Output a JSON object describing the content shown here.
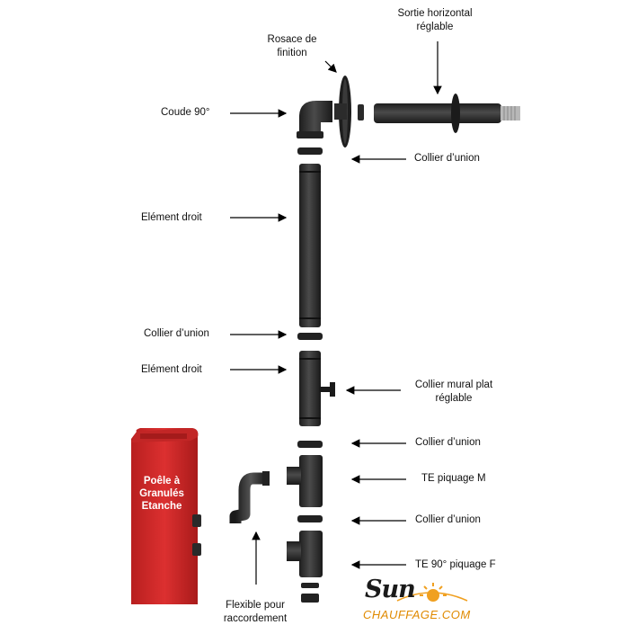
{
  "labels": {
    "sortie": [
      "Sortie horizontal",
      "réglable"
    ],
    "rosace": [
      "Rosace de",
      "finition"
    ],
    "coude": "Coude 90°",
    "collier_top": "Collier d’union",
    "element1": "Elément droit",
    "collier_left": "Collier d’union",
    "element2": "Elément droit",
    "collier_mural": [
      "Collier mural plat",
      "réglable"
    ],
    "collier_mid": "Collier d’union",
    "te_m": "TE piquage M",
    "collier_low": "Collier d’union",
    "te_f": "TE 90° piquage F",
    "flexible": [
      "Flexible pour",
      "raccordement"
    ]
  },
  "stove": {
    "text": [
      "Poêle à",
      "Granulés",
      "Etanche"
    ],
    "color": "#d42a2a"
  },
  "logo": {
    "sun": "Sun",
    "chauffage": "CHAUFFAGE.COM",
    "accent": "#f0a020"
  },
  "colors": {
    "pipe": "#2f2f2f",
    "pipe_dark": "#1c1c1c",
    "stove": "#d42a2a"
  }
}
